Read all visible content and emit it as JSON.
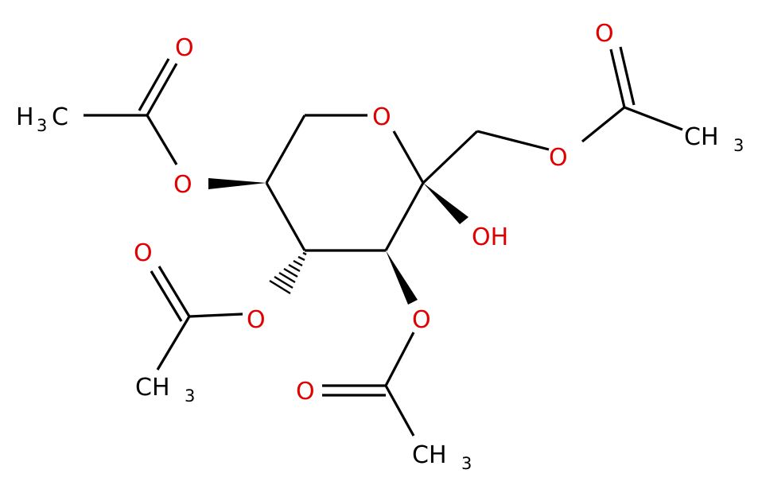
{
  "molecule": {
    "colors": {
      "carbon_bond": "#000000",
      "oxygen": "#e00000"
    },
    "atom_labels": {
      "ring_oxygen": "O",
      "hydroxyl": "OH",
      "top_left_methyl_H": "H",
      "top_left_methyl_sub": "3",
      "top_left_methyl_C": "C",
      "top_left_carbonyl_O": "O",
      "top_left_ester_O": "O",
      "top_right_carbonyl_O": "O",
      "top_right_ester_O": "O",
      "top_right_methyl_C": "CH",
      "top_right_methyl_sub": "3",
      "mid_left_carbonyl_O": "O",
      "mid_left_ester_O": "O",
      "mid_left_methyl_C": "CH",
      "mid_left_methyl_sub": "3",
      "bottom_ester_O": "O",
      "bottom_carbonyl_O": "O",
      "bottom_methyl_C": "CH",
      "bottom_methyl_sub": "3"
    }
  }
}
